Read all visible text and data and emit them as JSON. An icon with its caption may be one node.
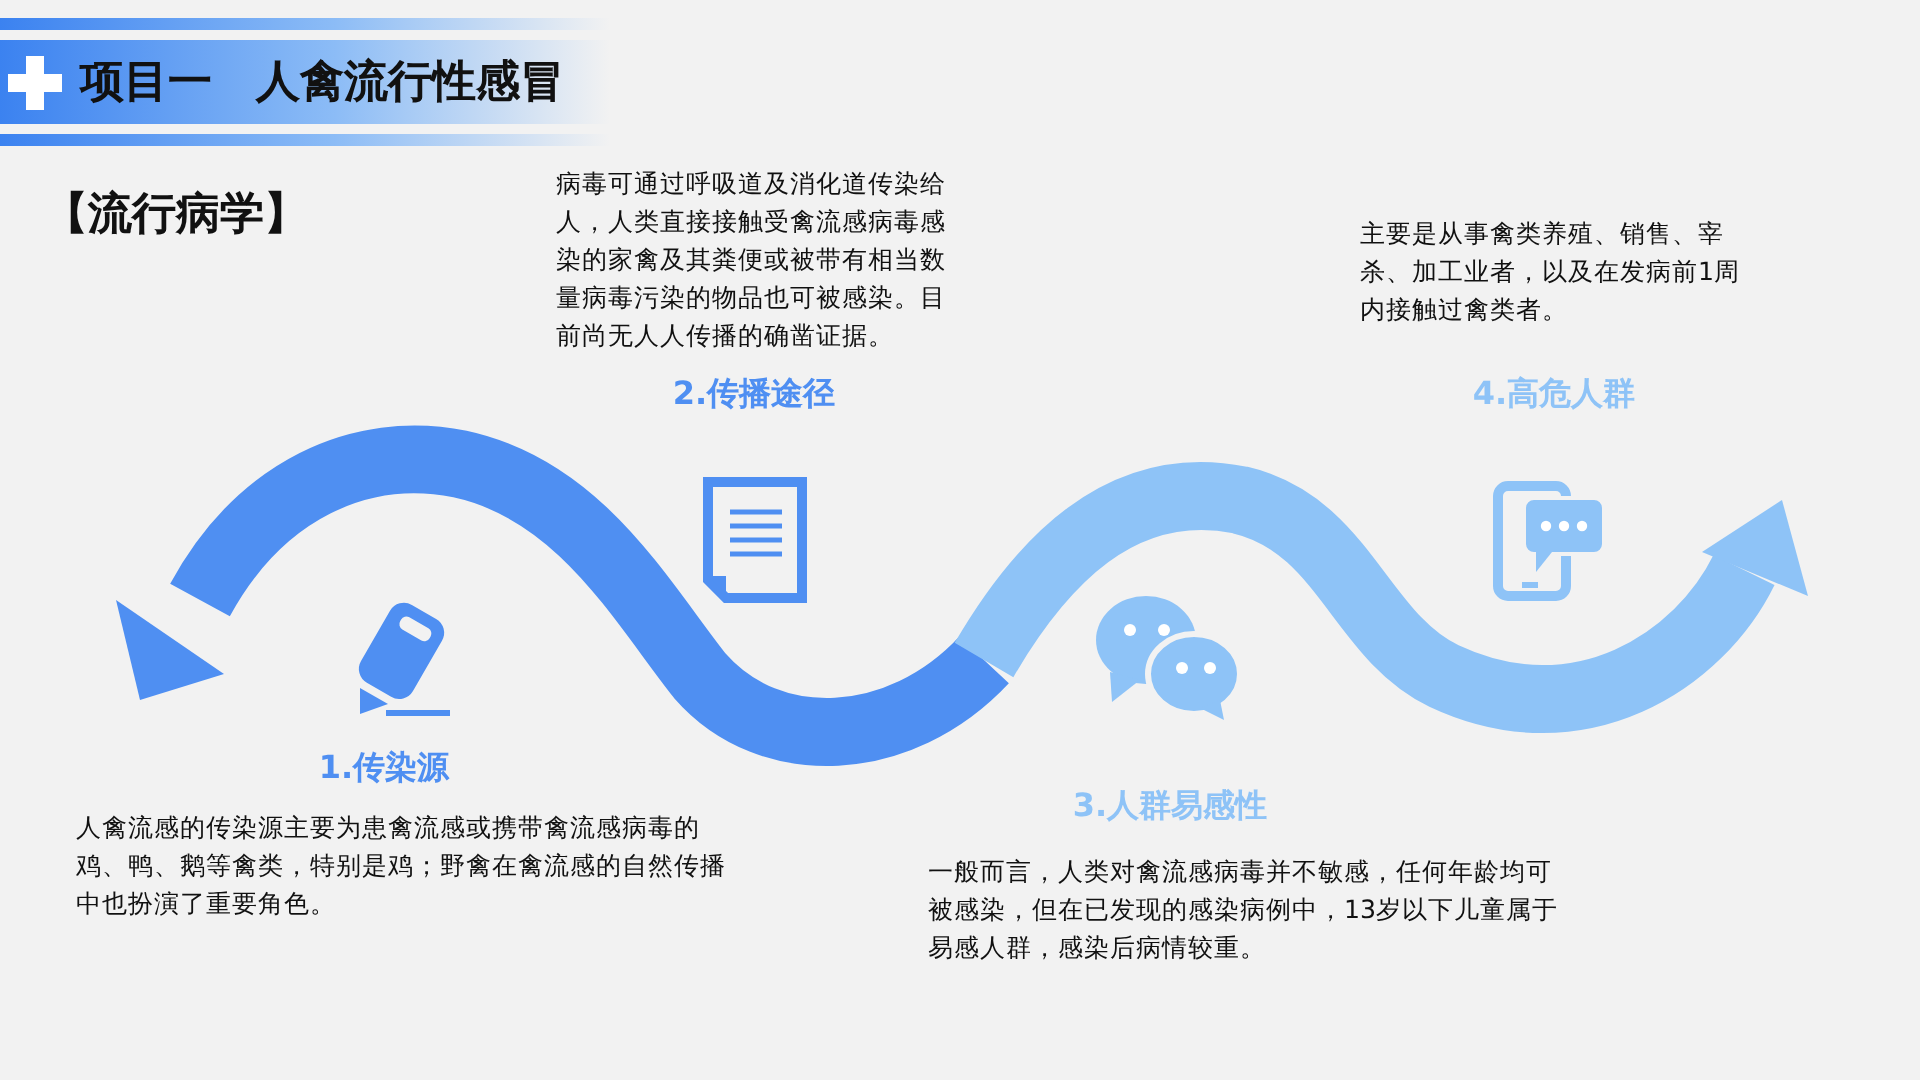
{
  "diagram": {
    "title": "项目一　人禽流行性感冒",
    "labels": [
      "【流行病学】",
      "病毒可通过呼吸道及消化道传染给人，人类直接接触受禽流感病毒感染的家禽及其粪便或被带有相当数量病毒污染的物品也可被感染。目前尚无人人传播的确凿证据。",
      "2.传播途径",
      "主要是从事禽类养殖、销售、宰杀、加工业者，以及在发病前1周内接触过禽类者。",
      "4.高危人群",
      "1.传染源",
      "人禽流感的传染源主要为患禽流感或携带禽流感病毒的鸡、鸭、鹅等禽类，特别是鸡；野禽在禽流感的自然传播中也扮演了重要角色。",
      "3.人群易感性",
      "一般而言，人类对禽流感病毒并不敏感，任何年龄均可被感染，但在已发现的感染病例中，13岁以下儿童属于易感人群，感染后病情较重。"
    ]
  }
}
